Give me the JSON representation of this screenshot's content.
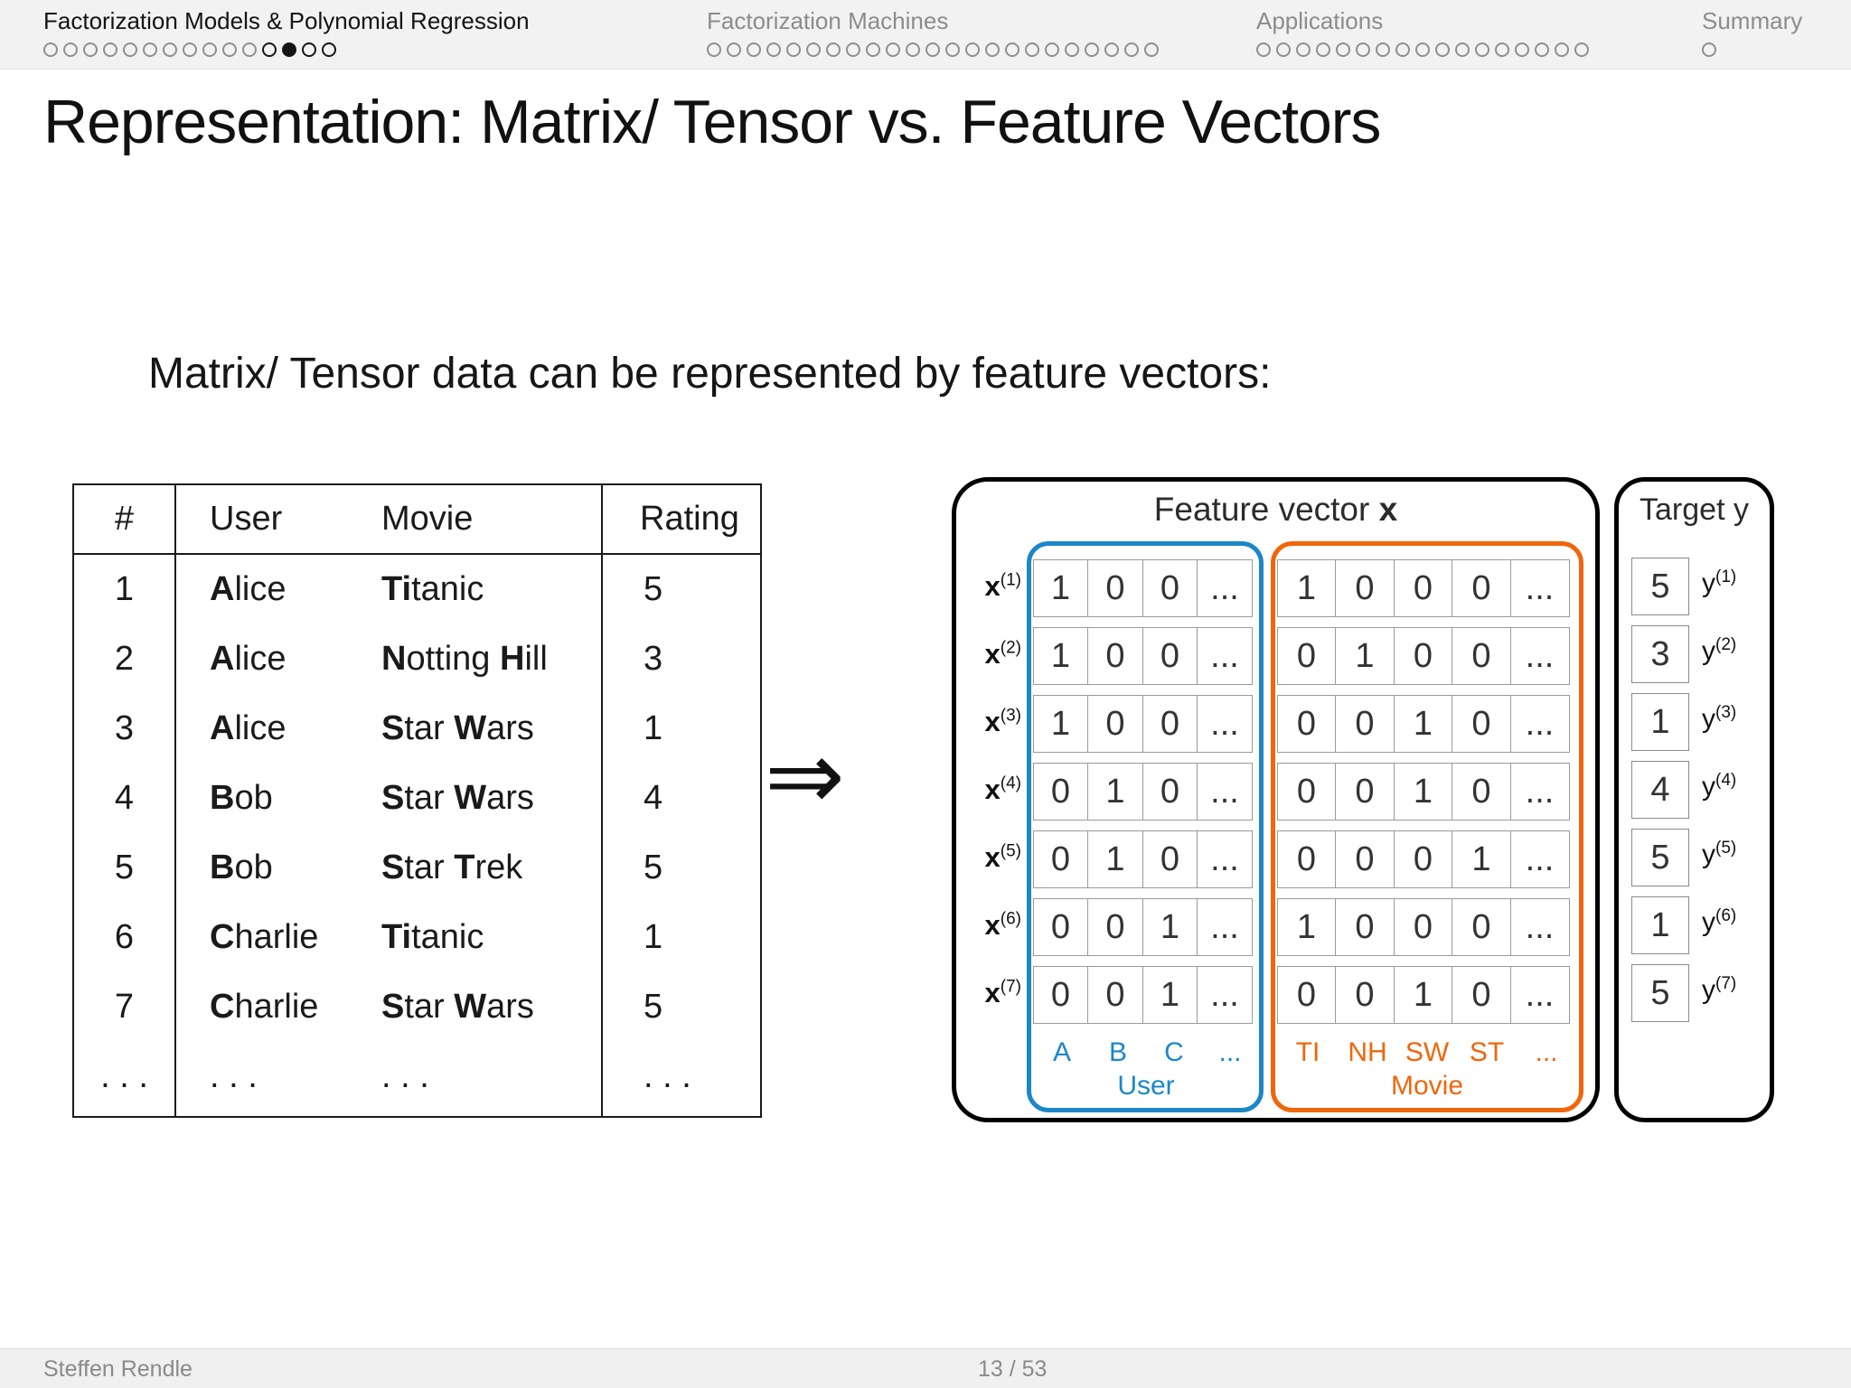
{
  "nav": {
    "sections": [
      {
        "label": "Factorization Models & Polynomial Regression",
        "dots": [
          "g",
          "g",
          "g",
          "g",
          "g",
          "g",
          "g",
          "g",
          "g",
          "g",
          "g",
          "b",
          "f",
          "b",
          "b"
        ]
      },
      {
        "label": "Factorization Machines",
        "dots": [
          "g",
          "g",
          "g",
          "g",
          "g",
          "g",
          "g",
          "g",
          "g",
          "g",
          "g",
          "g",
          "g",
          "g",
          "g",
          "g",
          "g",
          "g",
          "g",
          "g",
          "g",
          "g",
          "g"
        ]
      },
      {
        "label": "Applications",
        "dots": [
          "g",
          "g",
          "g",
          "g",
          "g",
          "g",
          "g",
          "g",
          "g",
          "g",
          "g",
          "g",
          "g",
          "g",
          "g",
          "g",
          "g"
        ]
      },
      {
        "label": "Summary",
        "dots": [
          "g"
        ]
      }
    ]
  },
  "title": "Representation: Matrix/ Tensor vs. Feature Vectors",
  "subtitle": "Matrix/ Tensor data can be represented by feature vectors:",
  "arrow": "⇒",
  "ratings_table": {
    "headers": [
      "#",
      "User",
      "Movie",
      "Rating"
    ],
    "rows": [
      {
        "num": "1",
        "user": [
          [
            "A",
            1
          ],
          [
            "lice",
            0
          ]
        ],
        "movie": [
          [
            "Ti",
            1
          ],
          [
            "tanic",
            0
          ]
        ],
        "rating": "5"
      },
      {
        "num": "2",
        "user": [
          [
            "A",
            1
          ],
          [
            "lice",
            0
          ]
        ],
        "movie": [
          [
            "N",
            1
          ],
          [
            "otting ",
            0
          ],
          [
            "H",
            1
          ],
          [
            "ill",
            0
          ]
        ],
        "rating": "3"
      },
      {
        "num": "3",
        "user": [
          [
            "A",
            1
          ],
          [
            "lice",
            0
          ]
        ],
        "movie": [
          [
            "S",
            1
          ],
          [
            "tar ",
            0
          ],
          [
            "W",
            1
          ],
          [
            "ars",
            0
          ]
        ],
        "rating": "1"
      },
      {
        "num": "4",
        "user": [
          [
            "B",
            1
          ],
          [
            "ob",
            0
          ]
        ],
        "movie": [
          [
            "S",
            1
          ],
          [
            "tar ",
            0
          ],
          [
            "W",
            1
          ],
          [
            "ars",
            0
          ]
        ],
        "rating": "4"
      },
      {
        "num": "5",
        "user": [
          [
            "B",
            1
          ],
          [
            "ob",
            0
          ]
        ],
        "movie": [
          [
            "S",
            1
          ],
          [
            "tar ",
            0
          ],
          [
            "T",
            1
          ],
          [
            "rek",
            0
          ]
        ],
        "rating": "5"
      },
      {
        "num": "6",
        "user": [
          [
            "C",
            1
          ],
          [
            "harlie",
            0
          ]
        ],
        "movie": [
          [
            "Ti",
            1
          ],
          [
            "tanic",
            0
          ]
        ],
        "rating": "1"
      },
      {
        "num": "7",
        "user": [
          [
            "C",
            1
          ],
          [
            "harlie",
            0
          ]
        ],
        "movie": [
          [
            "S",
            1
          ],
          [
            "tar ",
            0
          ],
          [
            "W",
            1
          ],
          [
            "ars",
            0
          ]
        ],
        "rating": "5"
      },
      {
        "num": ". . .",
        "user": [
          [
            ". . .",
            0
          ]
        ],
        "movie": [
          [
            ". . .",
            0
          ]
        ],
        "rating": ". . ."
      }
    ]
  },
  "feature_box": {
    "title": "Feature vector",
    "title_x": "x",
    "row_label_base": "x",
    "rows": [
      {
        "sup": "(1)",
        "user": [
          "1",
          "0",
          "0",
          "..."
        ],
        "movie": [
          "1",
          "0",
          "0",
          "0",
          "..."
        ]
      },
      {
        "sup": "(2)",
        "user": [
          "1",
          "0",
          "0",
          "..."
        ],
        "movie": [
          "0",
          "1",
          "0",
          "0",
          "..."
        ]
      },
      {
        "sup": "(3)",
        "user": [
          "1",
          "0",
          "0",
          "..."
        ],
        "movie": [
          "0",
          "0",
          "1",
          "0",
          "..."
        ]
      },
      {
        "sup": "(4)",
        "user": [
          "0",
          "1",
          "0",
          "..."
        ],
        "movie": [
          "0",
          "0",
          "1",
          "0",
          "..."
        ]
      },
      {
        "sup": "(5)",
        "user": [
          "0",
          "1",
          "0",
          "..."
        ],
        "movie": [
          "0",
          "0",
          "0",
          "1",
          "..."
        ]
      },
      {
        "sup": "(6)",
        "user": [
          "0",
          "0",
          "1",
          "..."
        ],
        "movie": [
          "1",
          "0",
          "0",
          "0",
          "..."
        ]
      },
      {
        "sup": "(7)",
        "user": [
          "0",
          "0",
          "1",
          "..."
        ],
        "movie": [
          "0",
          "0",
          "1",
          "0",
          "..."
        ]
      }
    ],
    "user_group": {
      "cols": [
        "A",
        "B",
        "C",
        "..."
      ],
      "label": "User",
      "color": "#1b87c8"
    },
    "movie_group": {
      "cols": [
        "TI",
        "NH",
        "SW",
        "ST",
        "..."
      ],
      "label": "Movie",
      "color": "#f0660a"
    }
  },
  "target_box": {
    "title": "Target y",
    "label_base": "y",
    "rows": [
      {
        "sup": "(1)",
        "value": "5"
      },
      {
        "sup": "(2)",
        "value": "3"
      },
      {
        "sup": "(3)",
        "value": "1"
      },
      {
        "sup": "(4)",
        "value": "4"
      },
      {
        "sup": "(5)",
        "value": "5"
      },
      {
        "sup": "(6)",
        "value": "1"
      },
      {
        "sup": "(7)",
        "value": "5"
      }
    ]
  },
  "footer": {
    "author": "Steffen Rendle",
    "page": "13 / 53"
  }
}
